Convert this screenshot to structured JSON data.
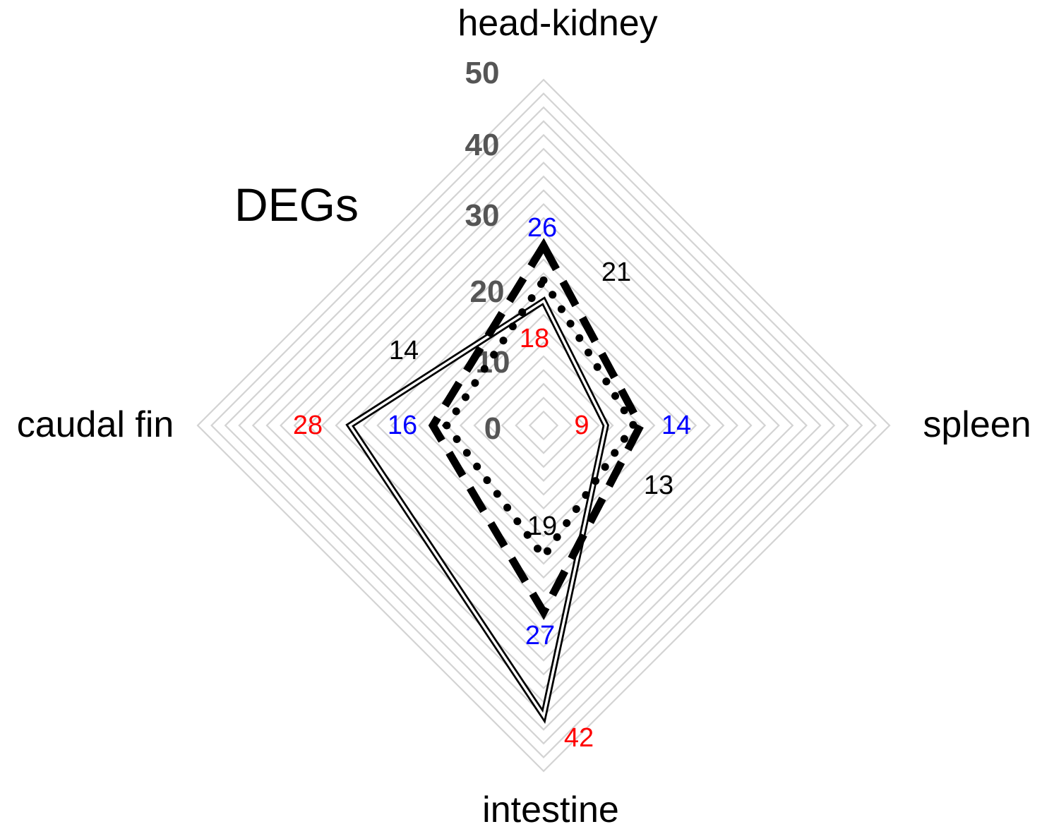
{
  "chart_data": {
    "type": "radar",
    "title": "DEGs",
    "axes": [
      "head-kidney",
      "spleen",
      "intestine",
      "caudal fin"
    ],
    "rlim": [
      0,
      50
    ],
    "ticks": [
      0,
      10,
      20,
      30,
      40,
      50
    ],
    "tick_labels": [
      "0",
      "10",
      "20",
      "30",
      "40",
      "50"
    ],
    "grid": true,
    "series": [
      {
        "style": "solid-double",
        "label_color": "#ff0000",
        "values": [
          18,
          9,
          42,
          28
        ]
      },
      {
        "style": "dashed",
        "label_color": "#0000ff",
        "values": [
          26,
          14,
          27,
          16
        ]
      },
      {
        "style": "dotted",
        "label_color": "#000000",
        "values": [
          21,
          13,
          19,
          14
        ]
      }
    ],
    "colors": {
      "grid": "#d3d3d3",
      "tick_text": "#555555",
      "line": "#000000"
    }
  }
}
